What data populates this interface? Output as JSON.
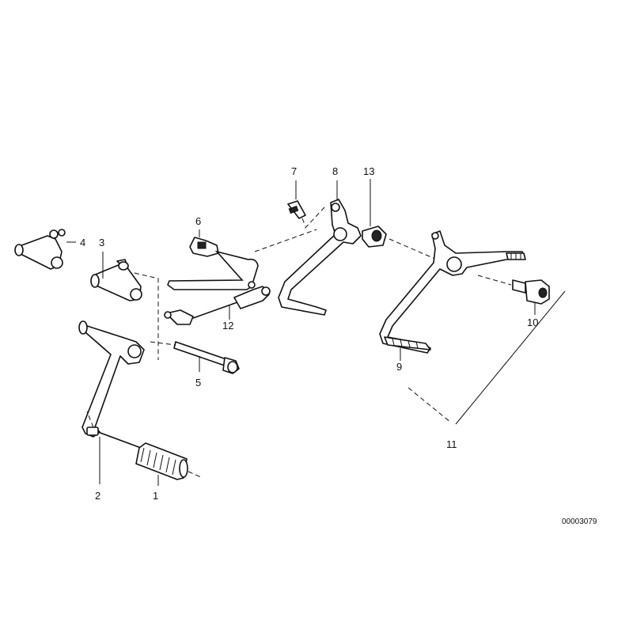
{
  "diagram": {
    "part_labels": [
      "1",
      "2",
      "3",
      "4",
      "5",
      "6",
      "7",
      "8",
      "9",
      "10",
      "11",
      "12",
      "13"
    ],
    "image_code": "00003079"
  }
}
